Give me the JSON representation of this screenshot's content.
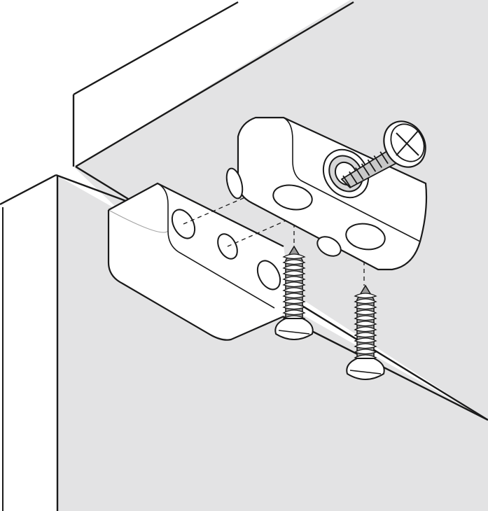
{
  "diagram": {
    "kind": "assembly-illustration",
    "labels": [],
    "colors": {
      "panel": "#e3e3e4",
      "outline": "#1a1a1a",
      "part": "#ffffff",
      "part_shade": "#d7d7d8",
      "thread": "#9a9a9a",
      "background": "#ffffff"
    },
    "parts": [
      {
        "id": "cabinet-top-panel",
        "icon": "panel"
      },
      {
        "id": "cabinet-side-panel",
        "icon": "panel"
      },
      {
        "id": "connector-block-lower",
        "icon": "connector-block",
        "holes": 3
      },
      {
        "id": "connector-block-upper",
        "icon": "connector-block",
        "holes": 2
      },
      {
        "id": "connecting-bolt",
        "icon": "bolt"
      },
      {
        "id": "wood-screw-left",
        "icon": "screw"
      },
      {
        "id": "wood-screw-right",
        "icon": "screw"
      }
    ]
  }
}
